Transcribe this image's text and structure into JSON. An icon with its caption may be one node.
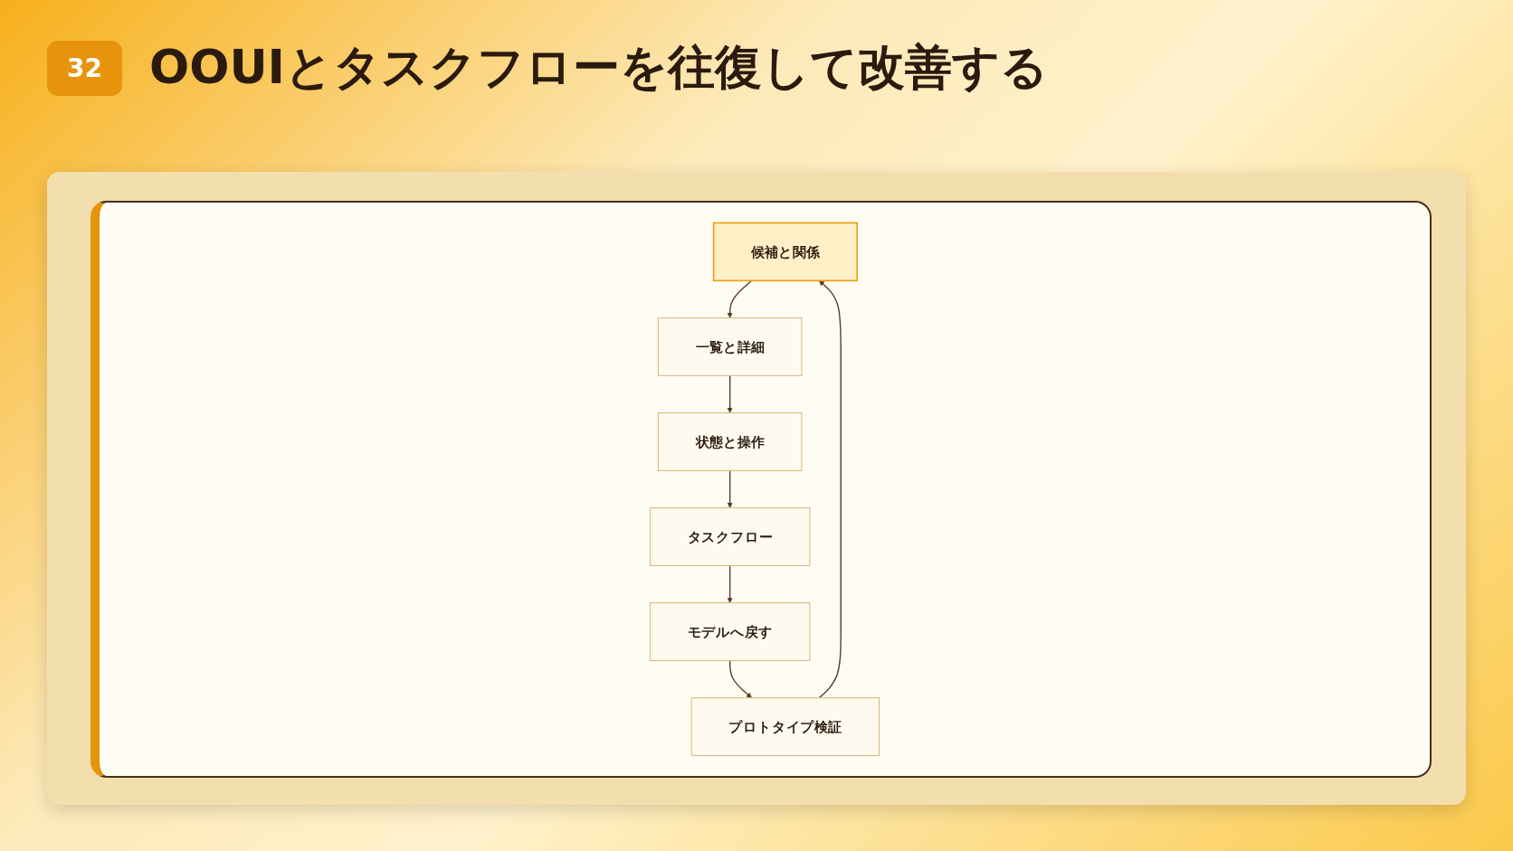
{
  "diagram": {
    "title": "OOUIとタスクフローを往復して改善する",
    "nodes": [
      {
        "text": [
          "候補と関係"
        ]
      },
      {
        "text": [
          "一覧と詳細"
        ]
      },
      {
        "text": [
          "状態と操作"
        ]
      },
      {
        "text": [
          "タスクフロー"
        ]
      },
      {
        "text": [
          "モデルへ戻す"
        ]
      },
      {
        "text": [
          "プロトタイプ検証"
        ]
      }
    ],
    "edges": [
      {
        "from": 0,
        "to": 1,
        "arrow": "to"
      },
      {
        "from": 1,
        "to": 2,
        "arrow": "to"
      },
      {
        "from": 2,
        "to": 3,
        "arrow": "to"
      },
      {
        "from": 3,
        "to": 4,
        "arrow": "to"
      },
      {
        "from": 4,
        "to": 5,
        "arrow": "to"
      },
      {
        "from": 5,
        "to": 0,
        "arrow": "to"
      }
    ],
    "labels": [
      "32"
    ]
  }
}
